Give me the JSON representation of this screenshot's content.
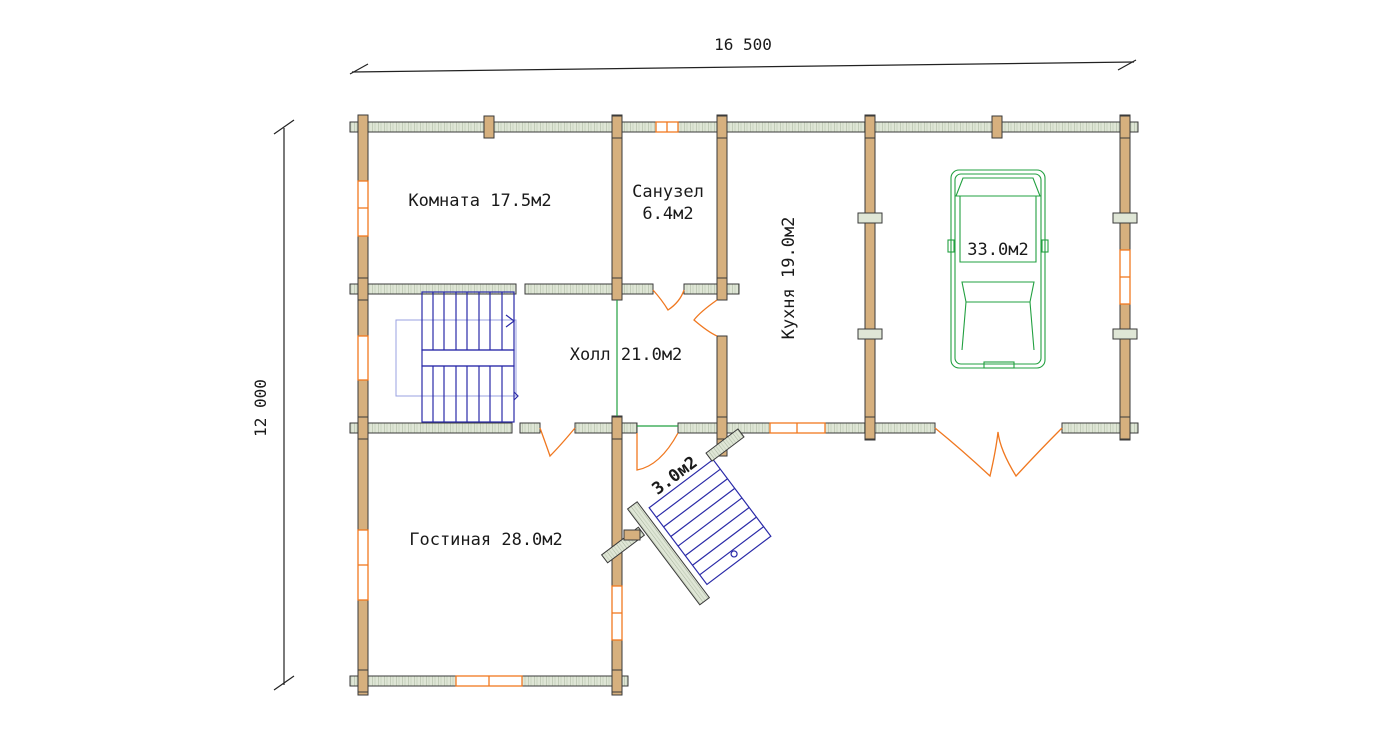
{
  "dimensions": {
    "width_label": "16 500",
    "height_label": "12 000"
  },
  "rooms": {
    "komnata": "Комната 17.5м2",
    "sanuzel_name": "Санузел",
    "sanuzel_area": "6.4м2",
    "kuhnya": "Кухня 19.0м2",
    "garage": "33.0м2",
    "holl": "Холл 21.0м2",
    "gostinaya": "Гостиная 28.0м2",
    "porch": "3.0м2"
  },
  "colors": {
    "wall_log": "#d6b07e",
    "wall_side": "#dfe6d6",
    "window_door": "#f07820",
    "stairs": "#2a2aa8",
    "car_outline": "#22a040"
  },
  "icons": {
    "car": "car-icon",
    "stairs": "stairs-icon"
  }
}
